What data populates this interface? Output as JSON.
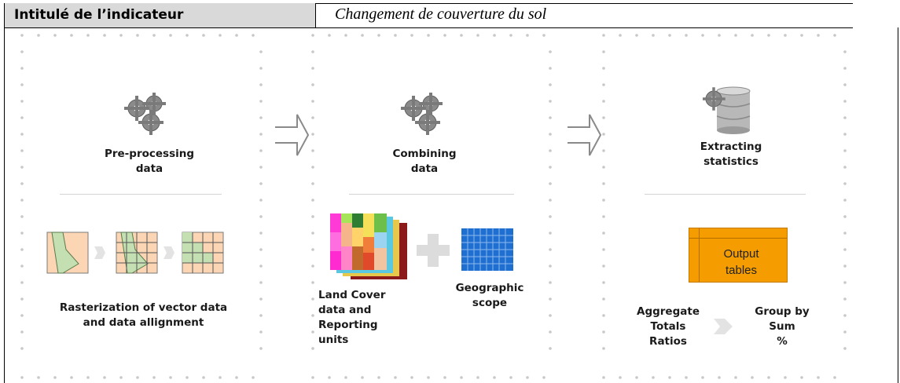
{
  "header": {
    "label": "Intitulé de l’indicateur",
    "value": "Changement de couverture du sol"
  },
  "steps": [
    {
      "title": "Pre-processing\ndata",
      "caption": "Rasterization of vector data\nand data allignment",
      "icon": "gears-icon"
    },
    {
      "title": "Combining\ndata",
      "caption_left": "Land Cover\ndata and\nReporting\nunits",
      "caption_right": "Geographic\nscope",
      "icon": "gears-icon"
    },
    {
      "title": "Extracting\nstatistics",
      "output_label": "Output\ntables",
      "left_list": "Aggregate\nTotals\nRatios",
      "right_list": "Group by\nSum\n%",
      "icon": "database-gear-icon"
    }
  ],
  "colors": {
    "header_bg": "#d9d9d9",
    "output_table": "#f59c00",
    "grid_fill": "#fcd5b4",
    "grid_green": "#c4e0b2",
    "raster_blue": "#1f6fd1"
  }
}
